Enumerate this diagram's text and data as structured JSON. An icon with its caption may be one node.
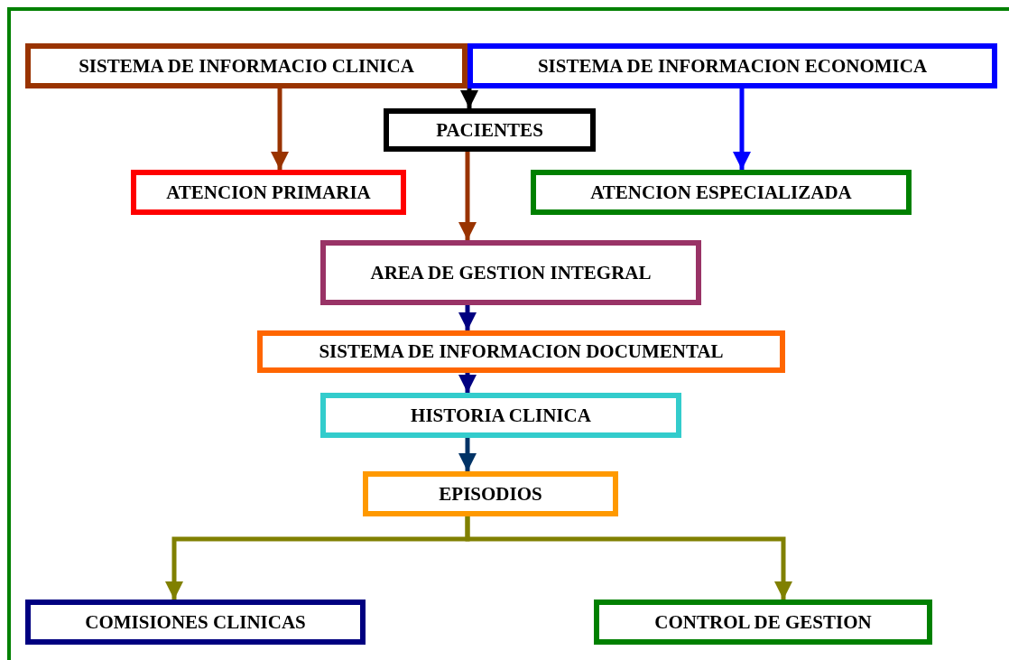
{
  "diagram": {
    "nodes": [
      {
        "text": [
          "SISTEMA DE INFORMACIO CLINICA"
        ]
      },
      {
        "text": [
          "SISTEMA DE INFORMACION ECONOMICA"
        ]
      },
      {
        "text": [
          "PACIENTES"
        ]
      },
      {
        "text": [
          "ATENCION PRIMARIA"
        ]
      },
      {
        "text": [
          "ATENCION ESPECIALIZADA"
        ]
      },
      {
        "text": [
          "AREA DE GESTION INTEGRAL"
        ]
      },
      {
        "text": [
          "SISTEMA DE INFORMACION DOCUMENTAL"
        ]
      },
      {
        "text": [
          "HISTORIA CLINICA"
        ]
      },
      {
        "text": [
          "EPISODIOS"
        ]
      },
      {
        "text": [
          "COMISIONES CLINICAS"
        ]
      },
      {
        "text": [
          "CONTROL DE GESTION"
        ]
      }
    ],
    "edges": [
      {
        "from": 0,
        "to": 3,
        "arrow": "to",
        "color": "#993300"
      },
      {
        "from": 1,
        "to": 4,
        "arrow": "to",
        "color": "#0000ff"
      },
      {
        "from": 1,
        "to": 2,
        "arrow": "to",
        "color": "#000000"
      },
      {
        "from": 2,
        "to": 5,
        "arrow": "to",
        "color": "#993300"
      },
      {
        "from": 5,
        "to": 6,
        "arrow": "to",
        "color": "#000080"
      },
      {
        "from": 6,
        "to": 7,
        "arrow": "to",
        "color": "#000080"
      },
      {
        "from": 7,
        "to": 8,
        "arrow": "to",
        "color": "#003366"
      },
      {
        "from": 8,
        "to": 9,
        "arrow": "to",
        "color": "#808000"
      },
      {
        "from": 8,
        "to": 10,
        "arrow": "to",
        "color": "#808000"
      }
    ]
  }
}
